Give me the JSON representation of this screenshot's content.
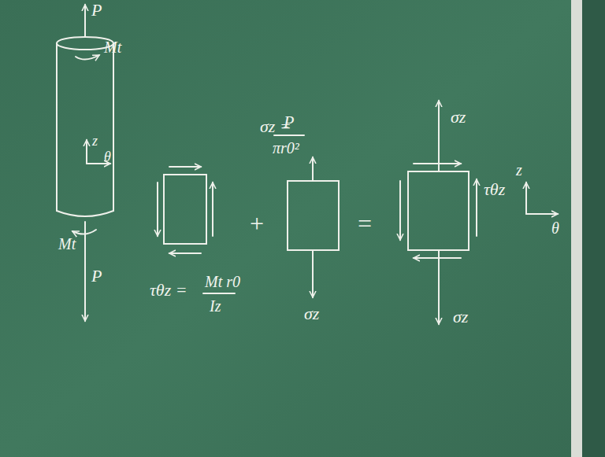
{
  "diagram": {
    "labels": [
      "P",
      "Mt",
      "z",
      "θ",
      "Mt",
      "P",
      "τθz =",
      "Mt r0",
      "Iz",
      "+",
      "σz =",
      "P",
      "πr0²",
      "σz",
      "=",
      "σz",
      "τθz",
      "σz",
      "z",
      "θ"
    ]
  }
}
